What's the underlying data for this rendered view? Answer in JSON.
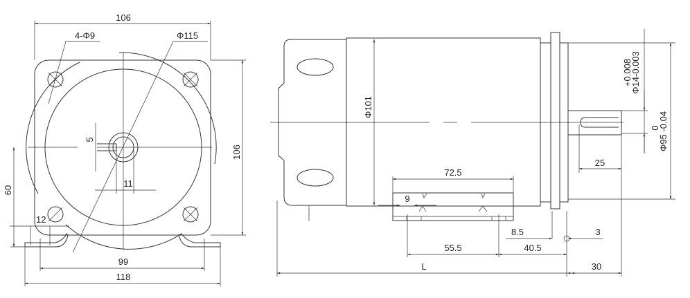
{
  "front_view": {
    "width_top": "106",
    "holes": "4-Φ9",
    "flange_dia": "Φ115",
    "height_right": "106",
    "key_width": "5",
    "shaft_offset": "11",
    "center_height": "60",
    "foot_edge": "12",
    "foot_holes": "99",
    "foot_width": "118"
  },
  "side_view": {
    "body_dia": "Φ101",
    "shaft_tol_upper": "+0.008",
    "shaft_dia": "Φ14-0.003",
    "pilot_tol_upper": "0",
    "pilot_dia": "Φ95 -0.04",
    "key_length": "25",
    "box_length": "72.5",
    "box_offset": "9",
    "flange_thk": "8.5",
    "pilot_len": "3",
    "box_hole_spacing": "55.5",
    "box_to_flange": "40.5",
    "length": "L",
    "shaft_length": "30"
  }
}
